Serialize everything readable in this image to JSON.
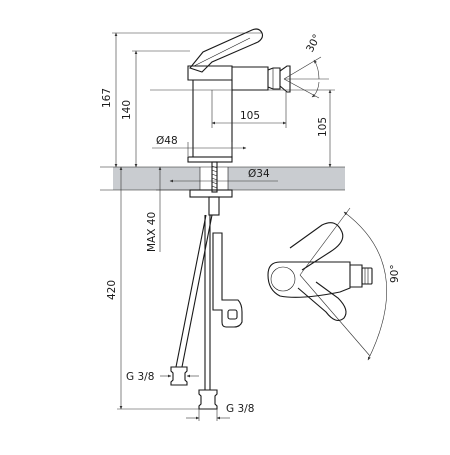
{
  "dimensions": {
    "overall_height": "167",
    "spout_height": "140",
    "spout_reach": "105",
    "aerator_height": "105",
    "body_diameter": "Ø48",
    "hole_diameter": "Ø34",
    "max_deck_thickness": "MAX 40",
    "hose_length": "420",
    "connection_left": "G 3/8",
    "connection_right": "G 3/8",
    "aerator_angle": "30°",
    "lever_angle": "90°"
  }
}
